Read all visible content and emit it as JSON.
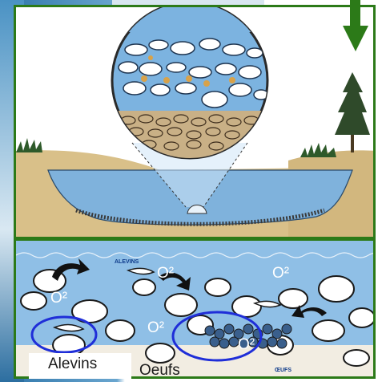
{
  "colors": {
    "frame": "#2c7a18",
    "water": "#8fbfe6",
    "gravel": "#d6c08a",
    "arrow": "#2c7a18",
    "circle": "#1f2ed8"
  },
  "labels": {
    "alevins": "Alevins",
    "oeufs": "Oeufs",
    "alevins_caption": "ALEVINS",
    "oeufs_caption": "ŒUFS",
    "o2": "O²"
  }
}
